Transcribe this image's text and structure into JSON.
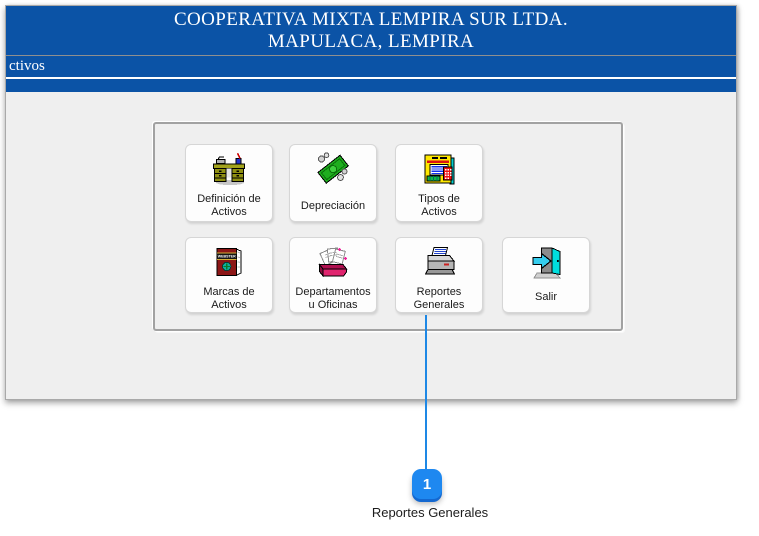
{
  "window": {
    "title_line1": "COOPERATIVA MIXTA LEMPIRA SUR LTDA.",
    "title_line2": "MAPULACA, LEMPIRA",
    "menu_item": "ctivos"
  },
  "panel": {
    "buttons": [
      {
        "label": "Definición de Activos",
        "icon": "desk-icon"
      },
      {
        "label": "Depreciación",
        "icon": "banknote-coins-icon"
      },
      {
        "label": "Tipos de Activos",
        "icon": "form-window-icon"
      },
      {
        "label": "Marcas de Activos",
        "icon": "dictionary-book-icon"
      },
      {
        "label": "Departamentos u Oficinas",
        "icon": "card-file-icon"
      },
      {
        "label": "Reportes Generales",
        "icon": "printer-icon"
      },
      {
        "label": "Salir",
        "icon": "exit-door-icon"
      }
    ]
  },
  "annotation": {
    "badge_number": "1",
    "label": "Reportes Generales",
    "accent_color": "#1e88e5"
  },
  "colors": {
    "header_blue": "#0b53a6",
    "client_gray": "#efefef"
  }
}
